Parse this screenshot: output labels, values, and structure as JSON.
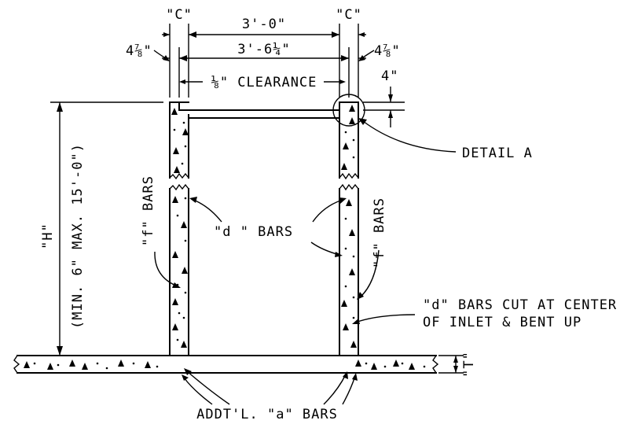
{
  "labels": {
    "c_left": "\"C\"",
    "c_right": "\"C\"",
    "dim_inner": "3'-0\"",
    "dim_outer": "3'-6¼\"",
    "dim_side_left": "4⅞\"",
    "dim_side_right": "4⅞\"",
    "clearance": "⅛\" CLEARANCE",
    "dim_four": "4\"",
    "detail_a": "DETAIL A",
    "h_label": "\"H\"",
    "h_range": "(MIN. 6\" MAX. 15'-0\")",
    "f_bars_left": "\"f\" BARS",
    "f_bars_right": "\"f\" BARS",
    "d_bars": "\"d \" BARS",
    "d_cut_line1": "\"d\" BARS CUT AT CENTER",
    "d_cut_line2": "OF INLET & BENT UP",
    "t_label": "\"T\"",
    "addtl_a": "ADDT'L. \"a\" BARS"
  }
}
